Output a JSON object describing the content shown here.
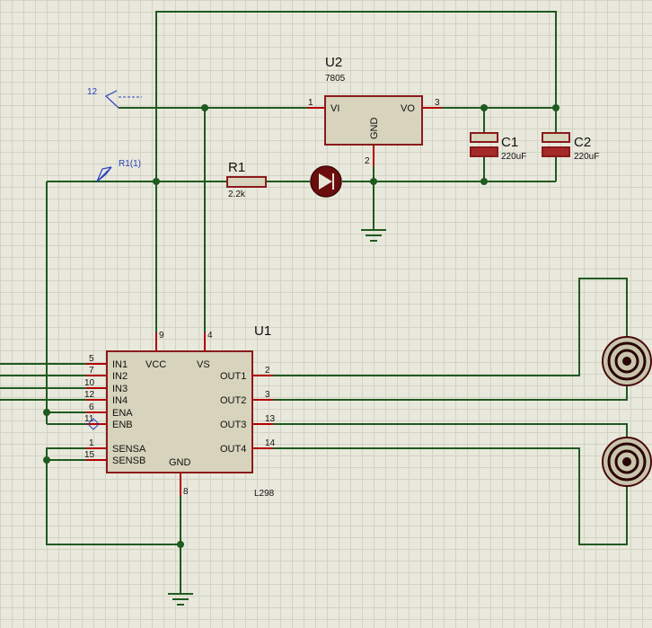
{
  "u2": {
    "ref": "U2",
    "value": "7805",
    "pins": {
      "vi": "VI",
      "vo": "VO",
      "gnd": "GND"
    },
    "pin_numbers": {
      "vi": "1",
      "vo": "3",
      "gnd": "2"
    }
  },
  "r1": {
    "ref": "R1",
    "value": "2.2k"
  },
  "c1": {
    "ref": "C1",
    "value": "220uF"
  },
  "c2": {
    "ref": "C2",
    "value": "220uF"
  },
  "terminals": {
    "top": "12",
    "probe": "R1(1)"
  },
  "u1": {
    "ref": "U1",
    "value": "L298",
    "left_pins": [
      {
        "label": "IN1",
        "num": "5"
      },
      {
        "label": "IN2",
        "num": "7"
      },
      {
        "label": "IN3",
        "num": "10"
      },
      {
        "label": "IN4",
        "num": "12"
      },
      {
        "label": "ENA",
        "num": "6"
      },
      {
        "label": "ENB",
        "num": "11"
      },
      {
        "label": "SENSA",
        "num": "1"
      },
      {
        "label": "SENSB",
        "num": "15"
      }
    ],
    "right_pins": [
      {
        "label": "OUT1",
        "num": "2"
      },
      {
        "label": "OUT2",
        "num": "3"
      },
      {
        "label": "OUT3",
        "num": "13"
      },
      {
        "label": "OUT4",
        "num": "14"
      }
    ],
    "top_pins": [
      {
        "label": "VCC",
        "num": "9"
      },
      {
        "label": "VS",
        "num": "4"
      }
    ],
    "bottom_pin": {
      "label": "GND",
      "num": "8"
    }
  },
  "colors": {
    "wire": "#1f5a1f",
    "pin": "#b30000",
    "component_fill": "#d7d3bc",
    "net_label": "#2a3fc0"
  }
}
